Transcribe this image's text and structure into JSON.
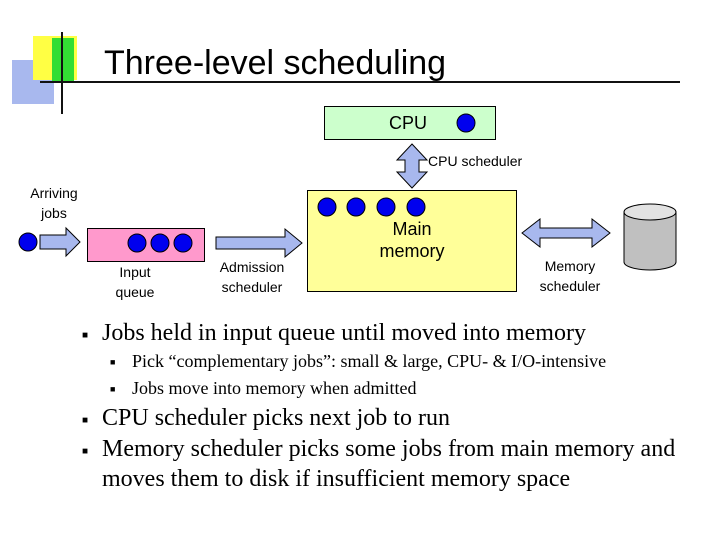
{
  "slide": {
    "title": "Three-level scheduling"
  },
  "diagram": {
    "cpu_label": "CPU",
    "cpu_scheduler_label": "CPU scheduler",
    "arriving_jobs_label": "Arriving jobs",
    "input_queue_label": "Input queue",
    "admission_scheduler_label": "Admission scheduler",
    "main_memory_label": "Main memory",
    "memory_scheduler_label": "Memory scheduler"
  },
  "bullets": {
    "b1": "Jobs held in input queue until moved into memory",
    "b1_sub1": "Pick “complementary jobs”: small & large, CPU- & I/O-intensive",
    "b1_sub2": "Jobs move into memory when admitted",
    "b2": "CPU scheduler picks next job to run",
    "b3_line1": "Memory scheduler picks some jobs from main memory and",
    "b3_line2": "moves them to disk if insufficient memory space"
  },
  "colors": {
    "cpu_box": "#ccffcc",
    "input_queue": "#ff99cc",
    "main_memory": "#ffff99",
    "job_dot": "#0000ee",
    "arrow_fill": "#a8b8ee"
  },
  "icons": {
    "bullet": "square-bullet",
    "disk": "disk-cylinder"
  }
}
